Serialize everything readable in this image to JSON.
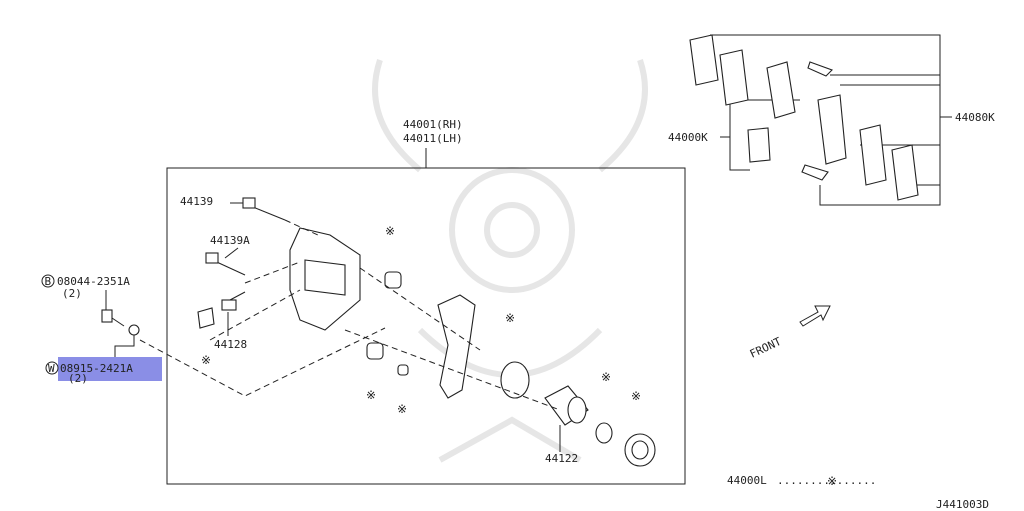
{
  "diagram": {
    "labels": {
      "caliper_rh": "44001(RH)",
      "caliper_lh": "44011(LH)",
      "pad_kit": "44080K",
      "pad_set": "44000K",
      "pin_44139": "44139",
      "pin_44139a": "44139A",
      "bleeder_44128": "44128",
      "piston_44122": "44122",
      "bolt_code": "08044-2351A",
      "bolt_qty": "(2)",
      "washer_code": "08915-2421A",
      "washer_qty": "(2)",
      "bolt_prefix": "B",
      "washer_prefix": "W",
      "seal_kit": "44000L",
      "seal_kit_dots": "...............",
      "asterisk": "※",
      "front": "FRONT",
      "figure_code": "J441003D"
    },
    "highlight_color": "#8a8ee6"
  }
}
